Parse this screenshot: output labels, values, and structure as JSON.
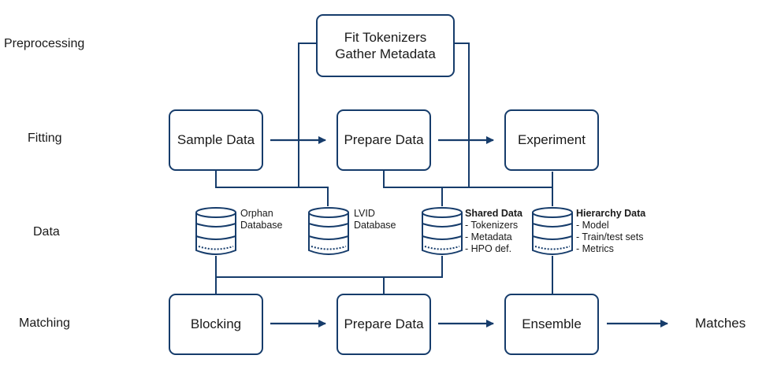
{
  "stages": {
    "preprocessing": "Preprocessing",
    "fitting": "Fitting",
    "data": "Data",
    "matching": "Matching"
  },
  "boxes": {
    "fit": [
      "Fit Tokenizers",
      "Gather Metadata"
    ],
    "sample_data": "Sample Data",
    "prepare_data_fit": "Prepare Data",
    "experiment": "Experiment",
    "blocking": "Blocking",
    "prepare_data_match": "Prepare Data",
    "ensemble": "Ensemble"
  },
  "matches": "Matches",
  "databases": {
    "orphan": {
      "title": [
        "Orphan",
        "Database"
      ]
    },
    "lvid": {
      "title": [
        "LVID",
        "Database"
      ]
    },
    "shared": {
      "title": "Shared Data",
      "items": [
        "- Tokenizers",
        "- Metadata",
        "- HPO def."
      ]
    },
    "hierarchy": {
      "title": "Hierarchy Data",
      "items": [
        "- Model",
        "- Train/test sets",
        "- Metrics"
      ]
    }
  },
  "colors": {
    "line": "#163c6b",
    "text": "#1a1a1a"
  }
}
